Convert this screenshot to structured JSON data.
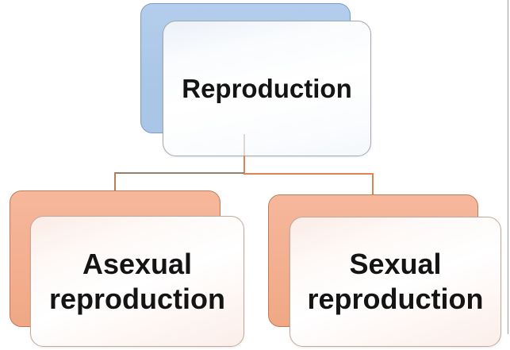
{
  "diagram": {
    "type": "hierarchy",
    "root": {
      "label": "Reproduction"
    },
    "children": [
      {
        "label": "Asexual reproduction"
      },
      {
        "label": "Sexual reproduction"
      }
    ],
    "colors": {
      "root_shadow_fill": "#a9c6e7",
      "root_shadow_fill_light": "#b4cdec",
      "root_shadow_border": "#7b9dc9",
      "child_shadow_fill": "#f3af90",
      "child_shadow_border": "#bf7a5a",
      "front_border_top": "#a5a9af",
      "front_border_child": "#bfaaa0",
      "connector_orange": "#dd8455",
      "connector_brown": "#96806a",
      "text_color": "#141414"
    }
  }
}
